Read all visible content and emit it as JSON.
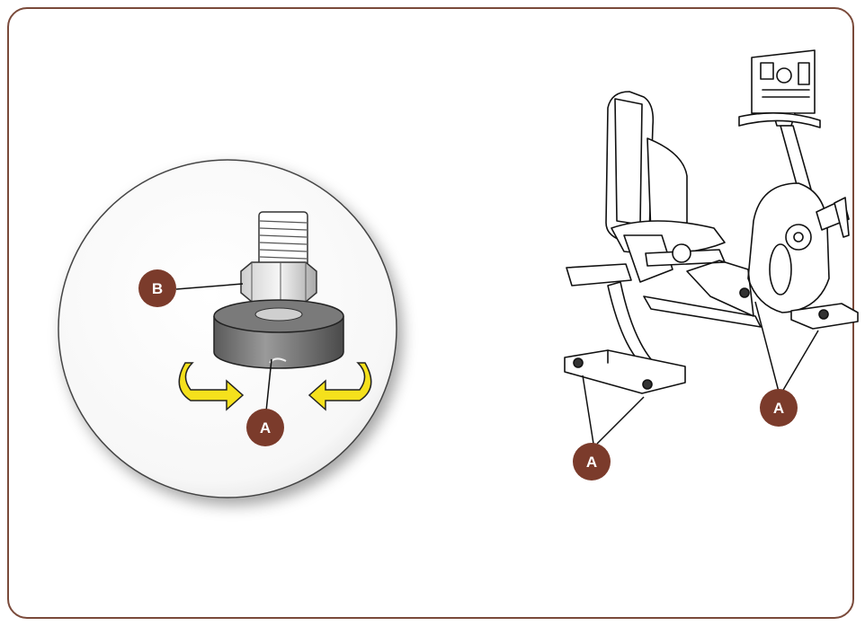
{
  "colors": {
    "frame": "#7a4a3a",
    "callout": "#7b3b2b",
    "arrow": "#f5e11c",
    "arrow_stroke": "#222222",
    "line": "#111111"
  },
  "icons": [
    "leveling-foot-icon",
    "rotate-arrow-icon",
    "recumbent-bike-icon"
  ],
  "labels": {
    "foot_a": "A",
    "foot_b": "B",
    "bike_a_left": "A",
    "bike_a_right": "A"
  }
}
